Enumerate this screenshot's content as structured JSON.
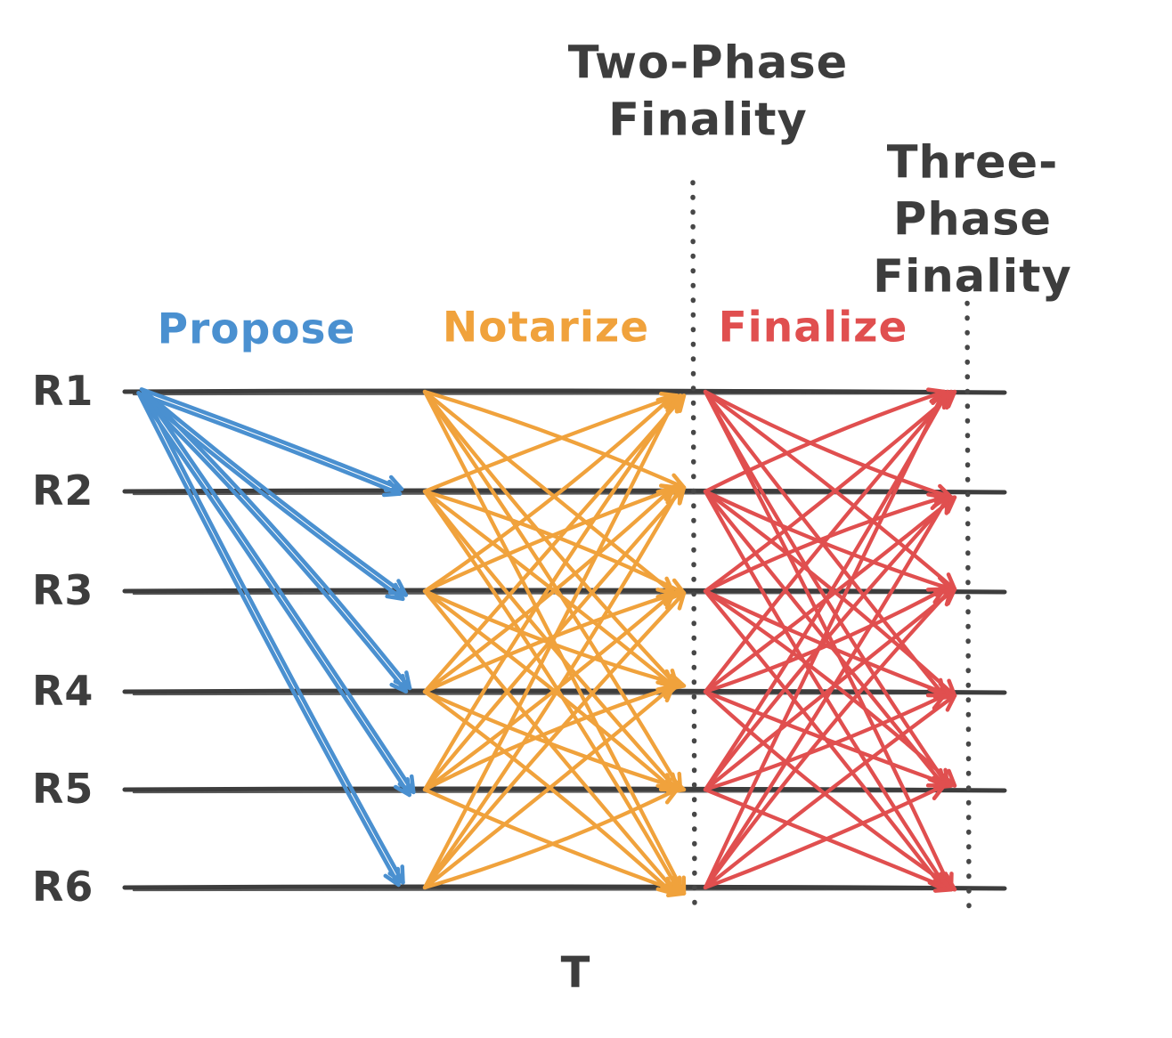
{
  "diagram": {
    "replicas": [
      "R1",
      "R2",
      "R3",
      "R4",
      "R5",
      "R6"
    ],
    "phases": [
      {
        "label": "Propose",
        "color": "#4a90d0",
        "senders": [
          0
        ],
        "receivers": [
          1,
          2,
          3,
          4,
          5
        ]
      },
      {
        "label": "Notarize",
        "color": "#f0a23c",
        "senders": [
          0,
          1,
          2,
          3,
          4,
          5
        ],
        "receivers": [
          0,
          1,
          2,
          3,
          4,
          5
        ]
      },
      {
        "label": "Finalize",
        "color": "#e04f4f",
        "senders": [
          0,
          1,
          2,
          3,
          4,
          5
        ],
        "receivers": [
          0,
          1,
          2,
          3,
          4,
          5
        ]
      }
    ],
    "milestones": [
      {
        "label": "Two-Phase\nFinality"
      },
      {
        "label": "Three-Phase\nFinality"
      }
    ],
    "time_label": "T",
    "ink_color": "#3d3d3d"
  }
}
